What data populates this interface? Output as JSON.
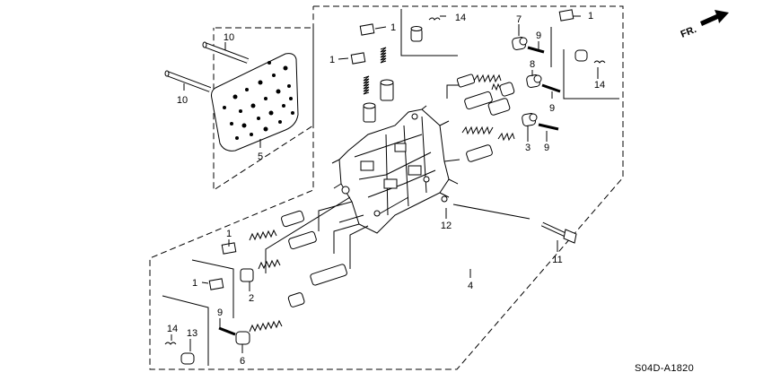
{
  "diagram": {
    "direction_label": "FR.",
    "drawing_code": "S04D-A1820",
    "callouts": [
      {
        "id": "c10a",
        "text": "10"
      },
      {
        "id": "c10b",
        "text": "10"
      },
      {
        "id": "c5",
        "text": "5"
      },
      {
        "id": "c1a",
        "text": "1"
      },
      {
        "id": "c1b",
        "text": "1"
      },
      {
        "id": "c14a",
        "text": "14"
      },
      {
        "id": "c7",
        "text": "7"
      },
      {
        "id": "c9a",
        "text": "9"
      },
      {
        "id": "c1c",
        "text": "1"
      },
      {
        "id": "c8",
        "text": "8"
      },
      {
        "id": "c9b",
        "text": "9"
      },
      {
        "id": "c14b",
        "text": "14"
      },
      {
        "id": "c3",
        "text": "3"
      },
      {
        "id": "c9c",
        "text": "9"
      },
      {
        "id": "c12",
        "text": "12"
      },
      {
        "id": "c11",
        "text": "11"
      },
      {
        "id": "c4",
        "text": "4"
      },
      {
        "id": "c1d",
        "text": "1"
      },
      {
        "id": "c1e",
        "text": "1"
      },
      {
        "id": "c2",
        "text": "2"
      },
      {
        "id": "c9d",
        "text": "9"
      },
      {
        "id": "c14c",
        "text": "14"
      },
      {
        "id": "c13",
        "text": "13"
      },
      {
        "id": "c6",
        "text": "6"
      }
    ]
  }
}
